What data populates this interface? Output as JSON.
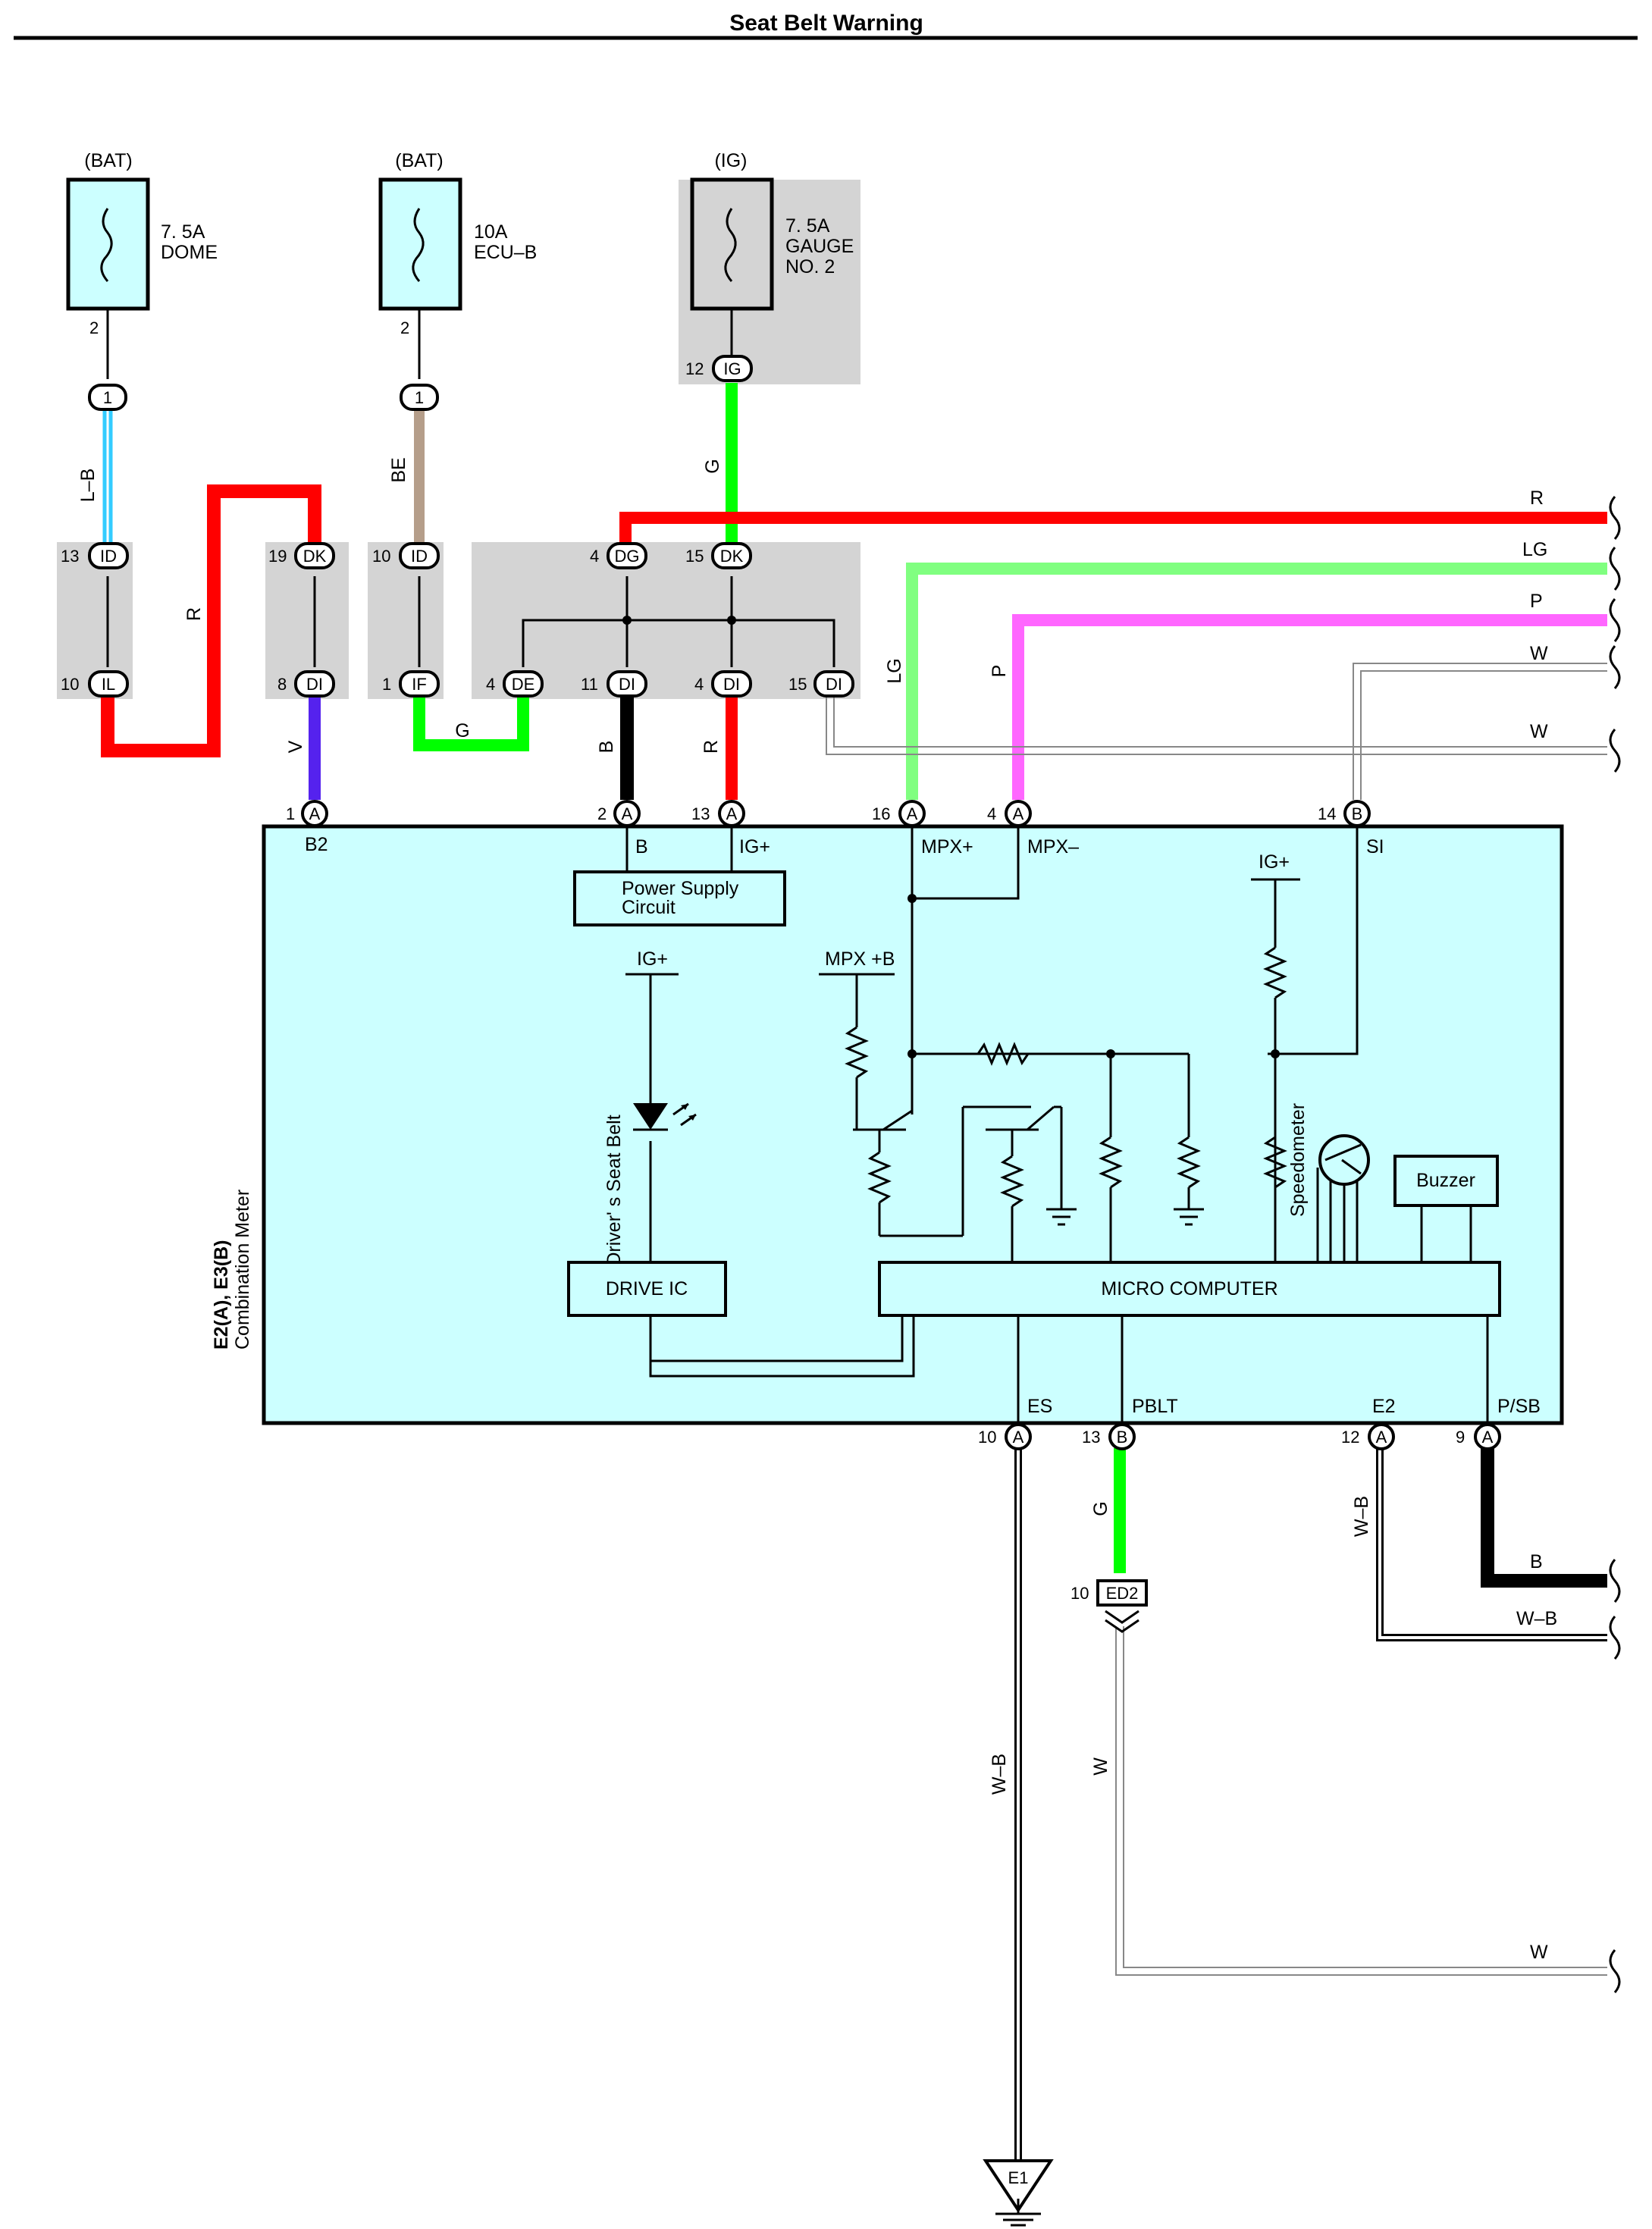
{
  "title": "Seat Belt Warning",
  "fuses": [
    {
      "source": "(BAT)",
      "rating": "7. 5A",
      "name": "DOME",
      "pin": "2"
    },
    {
      "source": "(BAT)",
      "rating": "10A",
      "name": "ECU–B",
      "pin": "2"
    },
    {
      "source": "(IG)",
      "rating": "7. 5A",
      "name_lines": [
        "GAUGE",
        "NO. 2"
      ]
    }
  ],
  "connectors": {
    "c1_top": {
      "pin": "1",
      "code": "1"
    },
    "c2_top": {
      "pin": "1",
      "code": "1"
    },
    "ig": {
      "pin": "12",
      "code": "IG"
    },
    "id_l": {
      "pin": "13",
      "code": "ID"
    },
    "il": {
      "pin": "10",
      "code": "IL"
    },
    "dk_l": {
      "pin": "19",
      "code": "DK"
    },
    "di_8": {
      "pin": "8",
      "code": "DI"
    },
    "id_m": {
      "pin": "10",
      "code": "ID"
    },
    "if": {
      "pin": "1",
      "code": "IF"
    },
    "dg": {
      "pin": "4",
      "code": "DG"
    },
    "dk_r": {
      "pin": "15",
      "code": "DK"
    },
    "de": {
      "pin": "4",
      "code": "DE"
    },
    "di_11": {
      "pin": "11",
      "code": "DI"
    },
    "di_4": {
      "pin": "4",
      "code": "DI"
    },
    "di_15": {
      "pin": "15",
      "code": "DI"
    },
    "a1": {
      "pin": "1",
      "code": "A"
    },
    "a2": {
      "pin": "2",
      "code": "A"
    },
    "a13": {
      "pin": "13",
      "code": "A"
    },
    "a16": {
      "pin": "16",
      "code": "A"
    },
    "a4": {
      "pin": "4",
      "code": "A"
    },
    "b14": {
      "pin": "14",
      "code": "B"
    },
    "a10": {
      "pin": "10",
      "code": "A"
    },
    "b13": {
      "pin": "13",
      "code": "B"
    },
    "a12": {
      "pin": "12",
      "code": "A"
    },
    "a9": {
      "pin": "9",
      "code": "A"
    },
    "ed2": {
      "pin": "10",
      "code": "ED2"
    }
  },
  "wires": {
    "lb": "L–B",
    "r_left": "R",
    "v": "V",
    "be": "BE",
    "g_if": "G",
    "g_ig": "G",
    "b_main": "B",
    "r_main": "R",
    "lg_v": "LG",
    "p_v": "P",
    "r_right": "R",
    "lg_right": "LG",
    "p_right": "P",
    "w_right1": "W",
    "w_right2": "W",
    "g_pblt": "G",
    "wb_e2": "W–B",
    "b_psb": "B",
    "wb_right": "W–B",
    "w_ed2": "W",
    "w_bottom": "W",
    "wb_es": "W–B"
  },
  "wire_colors": {
    "red": "#ff0000",
    "light_blue": "#33ccff",
    "violet": "#5522ee",
    "beige": "#b59e8a",
    "green": "#00ff00",
    "light_green": "#80ff80",
    "pink": "#ff66ff",
    "black": "#000000"
  },
  "meter": {
    "name_lines": [
      "E2(A), E3(B)",
      "Combination Meter"
    ],
    "terminals_top": [
      "B2",
      "B",
      "IG+",
      "MPX+",
      "MPX–",
      "SI"
    ],
    "terminals_bottom": [
      "ES",
      "PBLT",
      "E2",
      "P/SB"
    ],
    "power_supply_lines": [
      "Power Supply",
      "Circuit"
    ],
    "ig_plus_led": "IG+",
    "ig_plus_right": "IG+",
    "mpx_b": "MPX +B",
    "led_label": "Driver' s Seat Belt",
    "drive_ic": "DRIVE IC",
    "micro": "MICRO COMPUTER",
    "speedometer": "Speedometer",
    "buzzer": "Buzzer"
  },
  "ground": "E1"
}
